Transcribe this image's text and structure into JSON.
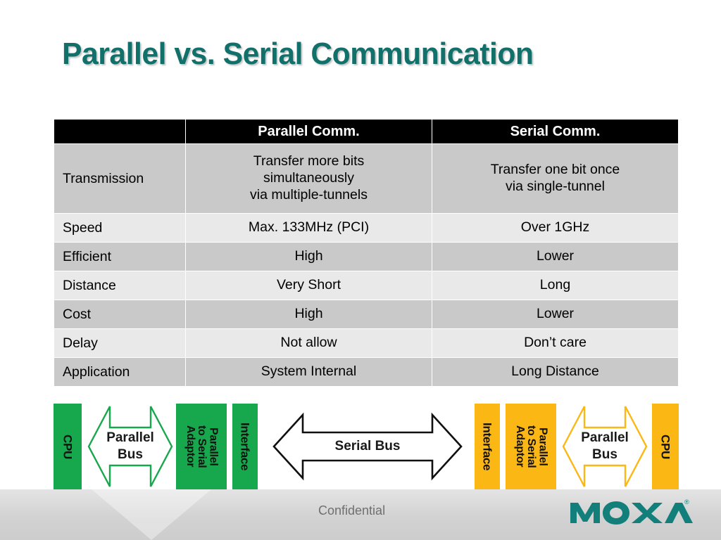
{
  "slide": {
    "title": "Parallel vs. Serial Communication",
    "title_color": "#12706b"
  },
  "table": {
    "headers": [
      "",
      "Parallel Comm.",
      "Serial Comm."
    ],
    "rows": [
      {
        "label": "Transmission",
        "parallel": "Transfer more bits\nsimultaneously\nvia multiple-tunnels",
        "serial": "Transfer one bit once\nvia single-tunnel"
      },
      {
        "label": "Speed",
        "parallel": "Max. 133MHz (PCI)",
        "serial": "Over 1GHz"
      },
      {
        "label": "Efficient",
        "parallel": "High",
        "serial": "Lower"
      },
      {
        "label": "Distance",
        "parallel": "Very Short",
        "serial": "Long"
      },
      {
        "label": "Cost",
        "parallel": "High",
        "serial": "Lower"
      },
      {
        "label": "Delay",
        "parallel": "Not allow",
        "serial": "Don’t care"
      },
      {
        "label": "Application",
        "parallel": "System Internal",
        "serial": "Long Distance"
      }
    ],
    "header_bg": "#000000",
    "header_fg": "#ffffff",
    "row_dark_bg": "#c9c9c9",
    "row_light_bg": "#e9e9e9"
  },
  "diagram": {
    "green_color": "#17a74c",
    "amber_color": "#fbb713",
    "left": {
      "cpu": "CPU",
      "parallel_bus": "Parallel\nBus",
      "adaptor": "Parallel\nto Serial\nAdaptor",
      "interface": "Interface"
    },
    "center": {
      "serial_bus": "Serial Bus"
    },
    "right": {
      "interface": "Interface",
      "adaptor": "Parallel\nto Serial\nAdaptor",
      "parallel_bus": "Parallel\nBus",
      "cpu": "CPU"
    }
  },
  "footer": {
    "confidential": "Confidential",
    "brand": "MOXA",
    "registered_mark": "®",
    "brand_color": "#137f7a"
  }
}
